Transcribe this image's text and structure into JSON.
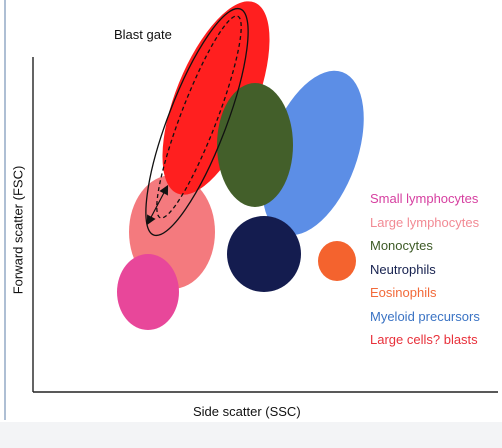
{
  "diagram": {
    "gate_label": "Blast gate",
    "y_axis_label": "Forward scatter (FSC)",
    "x_axis_label": "Side scatter (SSC)",
    "populations": [
      {
        "key": "small-lymphocytes",
        "label": "Small lymphocytes",
        "color": "#d63fa0",
        "fill": "#e8479a"
      },
      {
        "key": "large-lymphocytes",
        "label": "Large lymphocytes",
        "color": "#f28a94",
        "fill": "#f47a7e"
      },
      {
        "key": "monocytes",
        "label": "Monocytes",
        "color": "#3d5a26",
        "fill": "#435f2a"
      },
      {
        "key": "neutrophils",
        "label": "Neutrophils",
        "color": "#16214f",
        "fill": "#141c4f"
      },
      {
        "key": "eosinophils",
        "label": "Eosinophils",
        "color": "#f26a3a",
        "fill": "#f4632e"
      },
      {
        "key": "myeloid-precursors",
        "label": "Myeloid precursors",
        "color": "#3a73c4",
        "fill": "#5c8ee6"
      },
      {
        "key": "large-cells-blasts",
        "label": "Large cells? blasts",
        "color": "#e8303a",
        "fill": "#ff1f1f"
      }
    ],
    "axis_color": "#222222",
    "gate_color": "#111111"
  }
}
